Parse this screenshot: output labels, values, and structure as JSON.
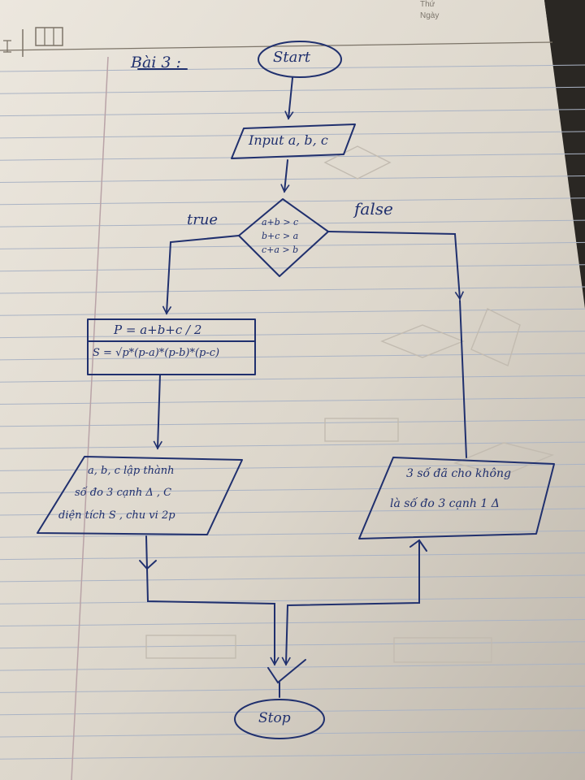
{
  "page_header": {
    "thu_label": "Thứ",
    "ngay_label": "Ngày"
  },
  "exercise_title": "Bài 3 :",
  "flowchart": {
    "start": "Start",
    "input": "Input a, b, c",
    "decision": [
      "a+b > c",
      "b+c > a",
      "c+a > b"
    ],
    "true_label": "true",
    "false_label": "false",
    "process": [
      "P = a+b+c / 2",
      "S = √p*(p-a)*(p-b)*(p-c)"
    ],
    "output_true": [
      "a, b, c lập thành",
      "số đo 3 cạnh Δ  ,  C",
      "diện tích S , chu vi 2p"
    ],
    "output_false": [
      "3 số đã cho không",
      "là số đo 3 cạnh 1 Δ"
    ],
    "stop": "Stop"
  },
  "colors": {
    "paper": "#ddd7cd",
    "ink": "#20306e",
    "rule": "#aab3c4",
    "margin": "#b9a3a7"
  }
}
